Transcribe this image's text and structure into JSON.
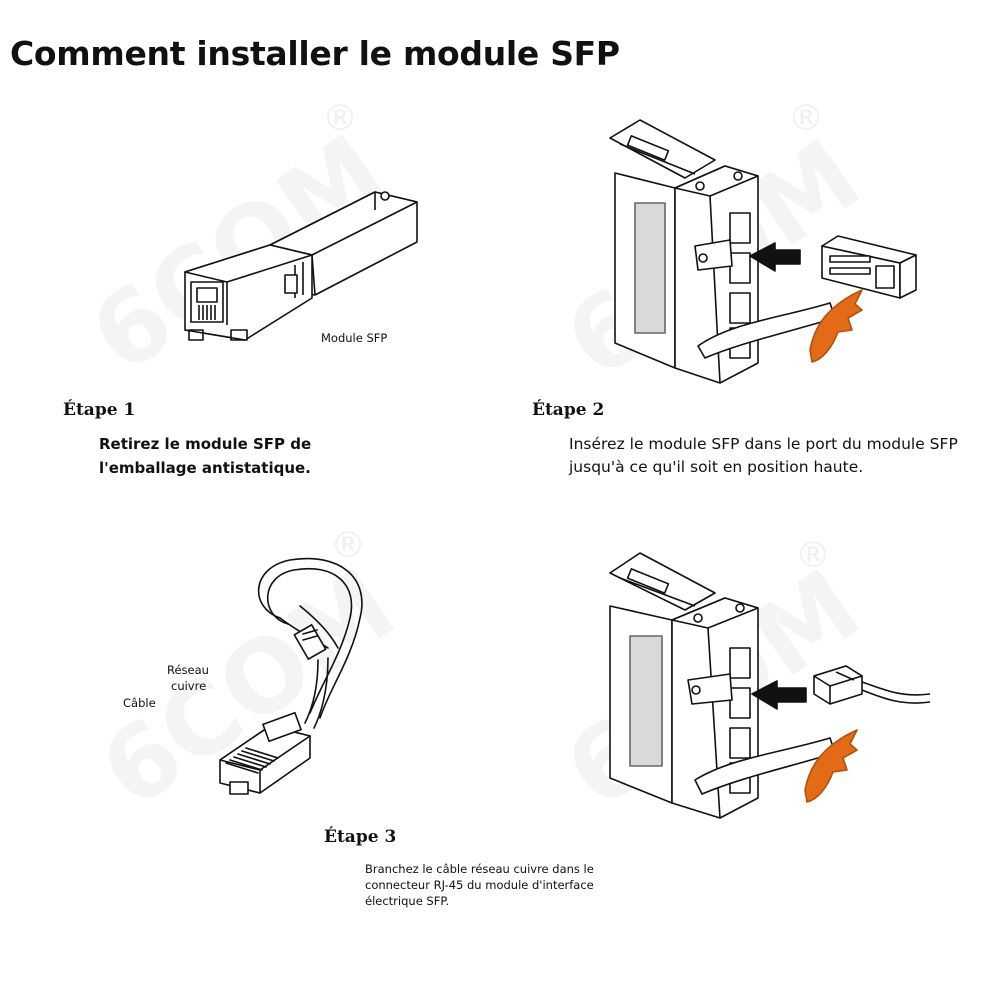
{
  "title": "Comment installer le module SFP",
  "watermark": {
    "text": "6COM",
    "symbol": "®"
  },
  "step1": {
    "heading": "Étape 1",
    "text_line1": "Retirez le module SFP de",
    "text_line2": "l'emballage antistatique.",
    "image_label": "Module SFP"
  },
  "step2": {
    "heading": "Étape 2",
    "text_line1": "Insérez le module SFP dans le port du module SFP",
    "text_line2": "jusqu'à ce qu'il soit en position haute."
  },
  "step3": {
    "heading": "Étape 3",
    "text_line1": "Branchez le câble réseau cuivre dans le",
    "text_line2": "connecteur RJ-45 du module d'interface",
    "text_line3": "électrique SFP.",
    "label_reseau": "Réseau",
    "label_cuivre": "cuivre",
    "label_cable": "Câble"
  },
  "colors": {
    "accent_orange": "#e36a17",
    "text": "#111111"
  }
}
